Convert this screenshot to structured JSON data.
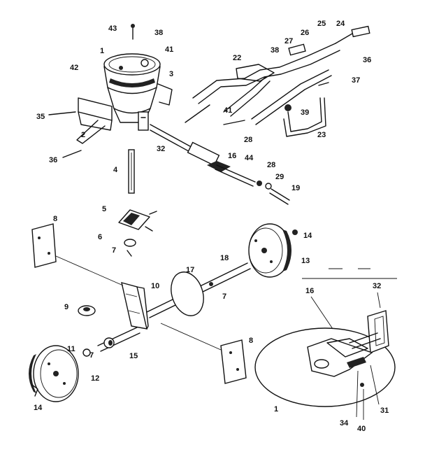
{
  "colors": {
    "ink": "#111111",
    "paper": "#ffffff"
  },
  "labels": [
    {
      "key": "l43",
      "text": "43"
    },
    {
      "key": "l38a",
      "text": "38"
    },
    {
      "key": "l1a",
      "text": "1"
    },
    {
      "key": "l41a",
      "text": "41"
    },
    {
      "key": "l42",
      "text": "42"
    },
    {
      "key": "l3",
      "text": "3"
    },
    {
      "key": "l35",
      "text": "35"
    },
    {
      "key": "l2",
      "text": "2"
    },
    {
      "key": "l36a",
      "text": "36"
    },
    {
      "key": "l32a",
      "text": "32"
    },
    {
      "key": "l4",
      "text": "4"
    },
    {
      "key": "l5",
      "text": "5"
    },
    {
      "key": "l6",
      "text": "6"
    },
    {
      "key": "l7a",
      "text": "7"
    },
    {
      "key": "l8a",
      "text": "8"
    },
    {
      "key": "l10",
      "text": "10"
    },
    {
      "key": "l9",
      "text": "9"
    },
    {
      "key": "l17",
      "text": "17"
    },
    {
      "key": "l18",
      "text": "18"
    },
    {
      "key": "l7b",
      "text": "7"
    },
    {
      "key": "l13",
      "text": "13"
    },
    {
      "key": "l14a",
      "text": "14"
    },
    {
      "key": "l11",
      "text": "11"
    },
    {
      "key": "l7c",
      "text": "7"
    },
    {
      "key": "l15",
      "text": "15"
    },
    {
      "key": "l12",
      "text": "12"
    },
    {
      "key": "l14b",
      "text": "14"
    },
    {
      "key": "l8b",
      "text": "8"
    },
    {
      "key": "l22",
      "text": "22"
    },
    {
      "key": "l27",
      "text": "27"
    },
    {
      "key": "l26",
      "text": "26"
    },
    {
      "key": "l25",
      "text": "25"
    },
    {
      "key": "l24",
      "text": "24"
    },
    {
      "key": "l38b",
      "text": "38"
    },
    {
      "key": "l36b",
      "text": "36"
    },
    {
      "key": "l37",
      "text": "37"
    },
    {
      "key": "l41b",
      "text": "41"
    },
    {
      "key": "l39",
      "text": "39"
    },
    {
      "key": "l28a",
      "text": "28"
    },
    {
      "key": "l23",
      "text": "23"
    },
    {
      "key": "l16a",
      "text": "16"
    },
    {
      "key": "l44",
      "text": "44"
    },
    {
      "key": "l28b",
      "text": "28"
    },
    {
      "key": "l29",
      "text": "29"
    },
    {
      "key": "l19",
      "text": "19"
    },
    {
      "key": "l16b",
      "text": "16"
    },
    {
      "key": "l32b",
      "text": "32"
    },
    {
      "key": "l1b",
      "text": "1"
    },
    {
      "key": "l34",
      "text": "34"
    },
    {
      "key": "l40",
      "text": "40"
    },
    {
      "key": "l31",
      "text": "31"
    }
  ]
}
